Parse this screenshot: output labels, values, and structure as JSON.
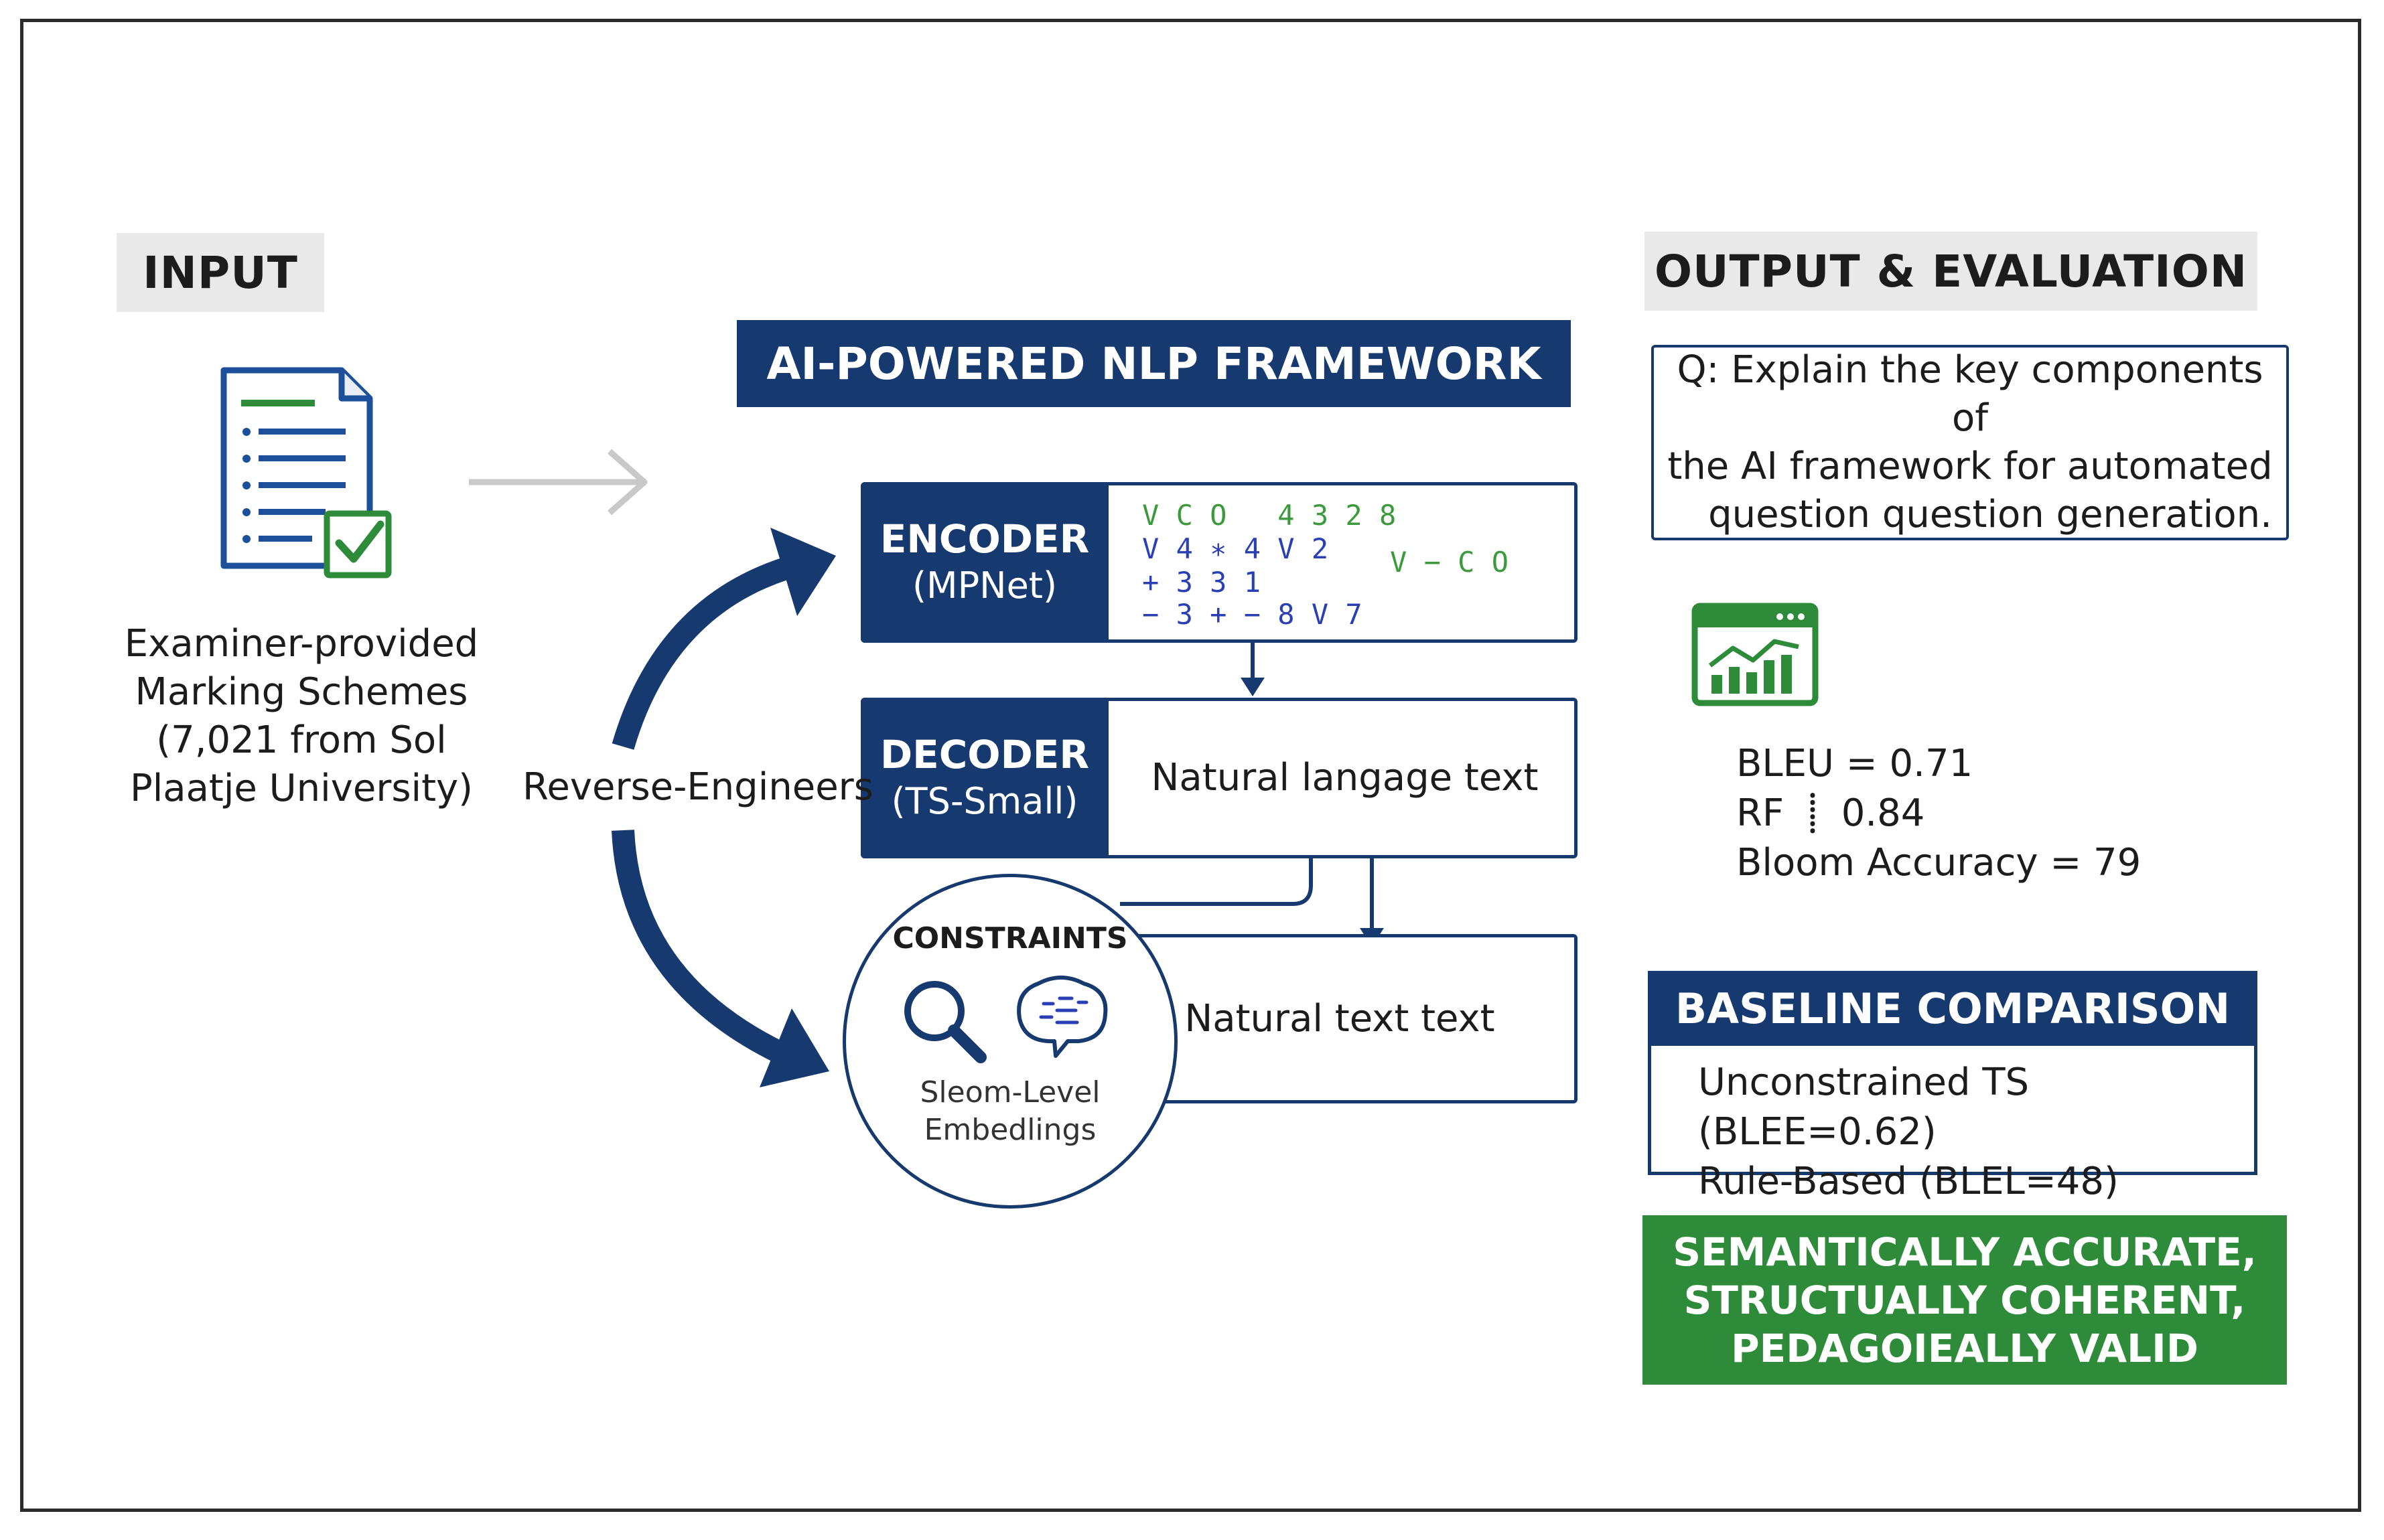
{
  "input": {
    "label": "INPUT",
    "caption": [
      "Examiner-provided",
      "Marking Schemes",
      "(7,021 from Sol",
      "Plaatje University)"
    ]
  },
  "framework": {
    "title": "AI-POWERED NLP FRAMEWORK",
    "encoder": {
      "title": "ENCODER",
      "model": "(MPNet)"
    },
    "encoder_symbols": {
      "row1": "V C O   4 3 2 8",
      "row2": "V 4 ∗ 4 V 2",
      "row2b": "V − C O",
      "row3": "+ 3 3 1",
      "row4": "− 3 + − 8 V 7"
    },
    "decoder": {
      "title": "DECODER",
      "model": "(TS-Small)",
      "output": "Natural langage text"
    },
    "constraints": {
      "title": "CONSTRAINTS",
      "caption": [
        "Sleom-Level",
        "Embedlings"
      ],
      "output": "Natural text text"
    },
    "loop_label": "Reverse-Engineers"
  },
  "output": {
    "label": "OUTPUT & EVALUATION",
    "question": [
      "Q: Explain the key components of",
      "the AI framework for automated",
      "question question generation."
    ],
    "metrics": [
      "BLEU = 0.71",
      "RF  ⸽  0.84",
      "Bloom Accuracy = 79"
    ],
    "baseline": {
      "title": "BASELINE COMPARISON",
      "rows": [
        "Unconstrained TS (BLEE=0.62)",
        "Rule-Based (BLEL=48)"
      ]
    },
    "result": [
      "SEMANTICALLY ACCURATE,",
      "STRUCTUALLY COHERENT,",
      "PEDAGOIEALLY VALID"
    ]
  },
  "colors": {
    "navy": "#163a70",
    "green": "#2e8b3a",
    "doc_blue": "#1d4f9a",
    "sym_blue": "#2a3fb3",
    "sym_green": "#3c9a3c",
    "gray": "#e9e9e9"
  }
}
